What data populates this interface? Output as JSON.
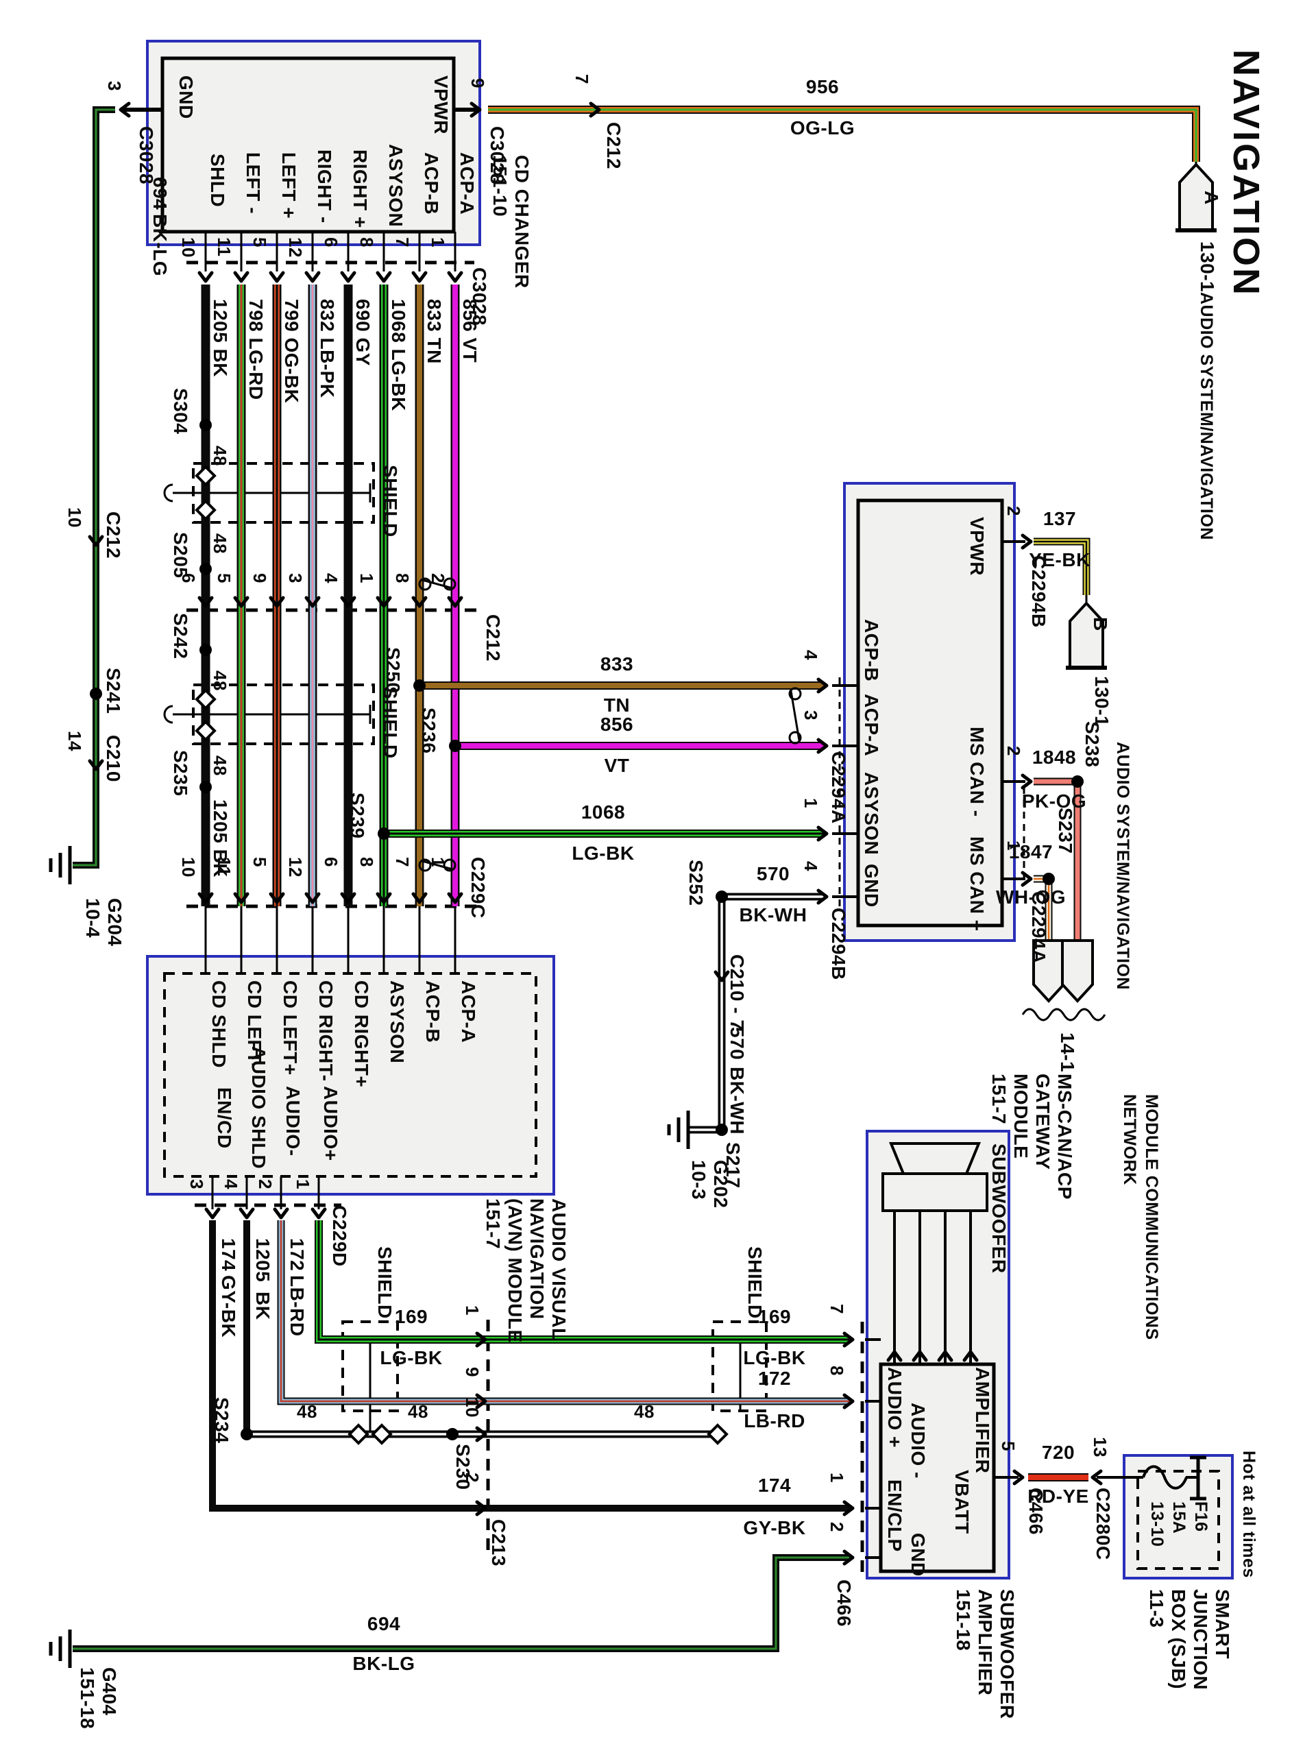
{
  "title": "NAVIGATION",
  "colors": {
    "outline": "#000000",
    "panel_fill": "#f1f1ef",
    "panel_border": "#2a2fb8",
    "bk": "#0a0a0a",
    "lg": "#2fb52f",
    "lg2": "#27c427",
    "rd": "#c23b28",
    "og_rd": "#cf4a22",
    "lb": "#8fb6d2",
    "pk": "#e889a8",
    "tn": "#9a6a1f",
    "vt": "#e218dc",
    "og": "#e06b17",
    "ye": "#e8df40",
    "pk_og": "#ef7f74",
    "wh": "#faf6e6",
    "rd2": "#e03018",
    "wht": "#ffffff",
    "gn_dk": "#2d8a2d"
  },
  "cd_changer": {
    "title_l1": "CD CHANGER",
    "title_l2": "151-10",
    "pins": [
      "GND",
      "SHLD",
      "LEFT -",
      "LEFT +",
      "RIGHT -",
      "RIGHT +",
      "ASYSON",
      "ACP-B",
      "ACP-A",
      "VPWR"
    ],
    "gnd_pin": "3",
    "vpwr_pin": "9",
    "connector": "C3028",
    "c3028_pins": [
      "10",
      "11",
      "5",
      "12",
      "6",
      "8",
      "7",
      "1"
    ]
  },
  "left_path": {
    "id": "694",
    "code": "BK-LG",
    "c212_pin": "10",
    "splice": "S241",
    "c210_pin": "14",
    "c210": "C210",
    "gnd_l1": "G204",
    "gnd_l2": "10-4"
  },
  "nav_a": {
    "id": "956",
    "code": "OG-LG",
    "c212_pin": "7",
    "tag": "A",
    "ref": "130-1",
    "dest": "AUDIO SYSTEM/NAVIGATION"
  },
  "connectors": {
    "c212": "C212",
    "c229c": "C229C",
    "c229d": "C229D",
    "c213": "C213",
    "c2294a": "C2294A",
    "c2294b": "C2294B",
    "c466": "C466",
    "c2280c": "C2280C"
  },
  "bundle": {
    "labels": [
      "1205  BK",
      "798  LG-RD",
      "799  OG-BK",
      "832  LB-PK",
      "690  GY",
      "1068  LG-BK",
      "833  TN",
      "856  VT"
    ],
    "label_1205_lower": "1205  BK",
    "c212_pins": [
      "6",
      "5",
      "9",
      "3",
      "4",
      "1",
      "8",
      "2"
    ],
    "c229c_pins": [
      "10",
      "11",
      "5",
      "12",
      "6",
      "8",
      "7",
      "1"
    ],
    "shield": "SHIELD",
    "drain": "48",
    "s304": "S304",
    "s205": "S205",
    "s242": "S242",
    "s235": "S235",
    "s250": "S250",
    "s236": "S236",
    "s239": "S239"
  },
  "branches": {
    "tn_id": "833",
    "tn_code": "TN",
    "tn_pin": "4",
    "vt_id": "856",
    "vt_code": "VT",
    "vt_pin": "3",
    "asyson_id": "1068",
    "asyson_code": "LG-BK",
    "asyson_pin": "1"
  },
  "gateway": {
    "pins_left": [
      "ACP-B",
      "ACP-A",
      "ASYSON",
      "GND"
    ],
    "pins_right": [
      "VPWR",
      "MS CAN -",
      "MS CAN +"
    ],
    "vpwr_pin": "2",
    "b": {
      "id": "137",
      "code": "YE-BK",
      "tag": "B",
      "ref": "130-1",
      "dest": "AUDIO SYSTEM/NAVIGATION"
    },
    "canm": {
      "pin": "2",
      "id": "1848",
      "code": "PK-OG",
      "splice": "S238"
    },
    "canp": {
      "pin": "1",
      "id": "1847",
      "code": "WH-OG",
      "splice": "S237"
    },
    "offpage": "14-1",
    "gnd": {
      "pin": "4",
      "id": "570",
      "code": "BK-WH",
      "splice": "S252"
    },
    "title": [
      "MS-CAN/ACP",
      "GATEWAY",
      "MODULE",
      "151-7"
    ]
  },
  "gnd570": {
    "c2107": "C210 - 7",
    "v_id": "570",
    "v_code": "BK-WH",
    "splice": "S217",
    "gnd_l1": "G202",
    "gnd_l2": "10-3"
  },
  "mcn": {
    "l1": "MODULE COMMUNICATIONS",
    "l2": "NETWORK"
  },
  "avn": {
    "pins_top": [
      "CD SHLD",
      "CD LEFT-",
      "CD LEFT+",
      "CD RIGHT-",
      "CD RIGHT+",
      "ASYSON",
      "ACP-B",
      "ACP-A"
    ],
    "pins_bottom": [
      "EN/CD",
      "AUDIO SHLD",
      "AUDIO-",
      "AUDIO+"
    ],
    "c229d_pins": [
      "3",
      "4",
      "2",
      "1"
    ],
    "title": [
      "AUDIO VISUAL",
      "NAVIGATION",
      "(AVN) MODULE",
      "151-7"
    ]
  },
  "lower": {
    "w174": {
      "id": "174",
      "code": "GY-BK"
    },
    "w1205": {
      "id": "1205",
      "code": "BK"
    },
    "w172": {
      "id": "172",
      "code": "LB-RD"
    },
    "w169": {
      "id": "169",
      "code": "LG-BK"
    },
    "s234": "S234",
    "s230": "S230",
    "drain": "48",
    "shield": "SHIELD",
    "c213_pins": [
      "1",
      "9",
      "10",
      "2"
    ]
  },
  "amp": {
    "pins": [
      "AUDIO +",
      "AUDIO -",
      "EN/CLP",
      "GND",
      "VBATT"
    ],
    "pin_nums": [
      "7",
      "8",
      "1",
      "2",
      "5"
    ],
    "speaker": "SUBWOOFER",
    "amp": "AMPLIFIER",
    "title": [
      "SUBWOOFER",
      "AMPLIFIER",
      "151-18"
    ],
    "vbatt": {
      "id": "720",
      "code": "RD-YE",
      "pin": "13"
    }
  },
  "sjb": {
    "fuse": [
      "F16",
      "15A",
      "13-10"
    ],
    "hot": "Hot at all times",
    "title": [
      "SMART",
      "JUNCTION",
      "BOX (SJB)",
      "11-3"
    ]
  },
  "gnd694": {
    "id": "694",
    "code": "BK-LG",
    "gnd_l1": "G404",
    "gnd_l2": "151-18"
  }
}
